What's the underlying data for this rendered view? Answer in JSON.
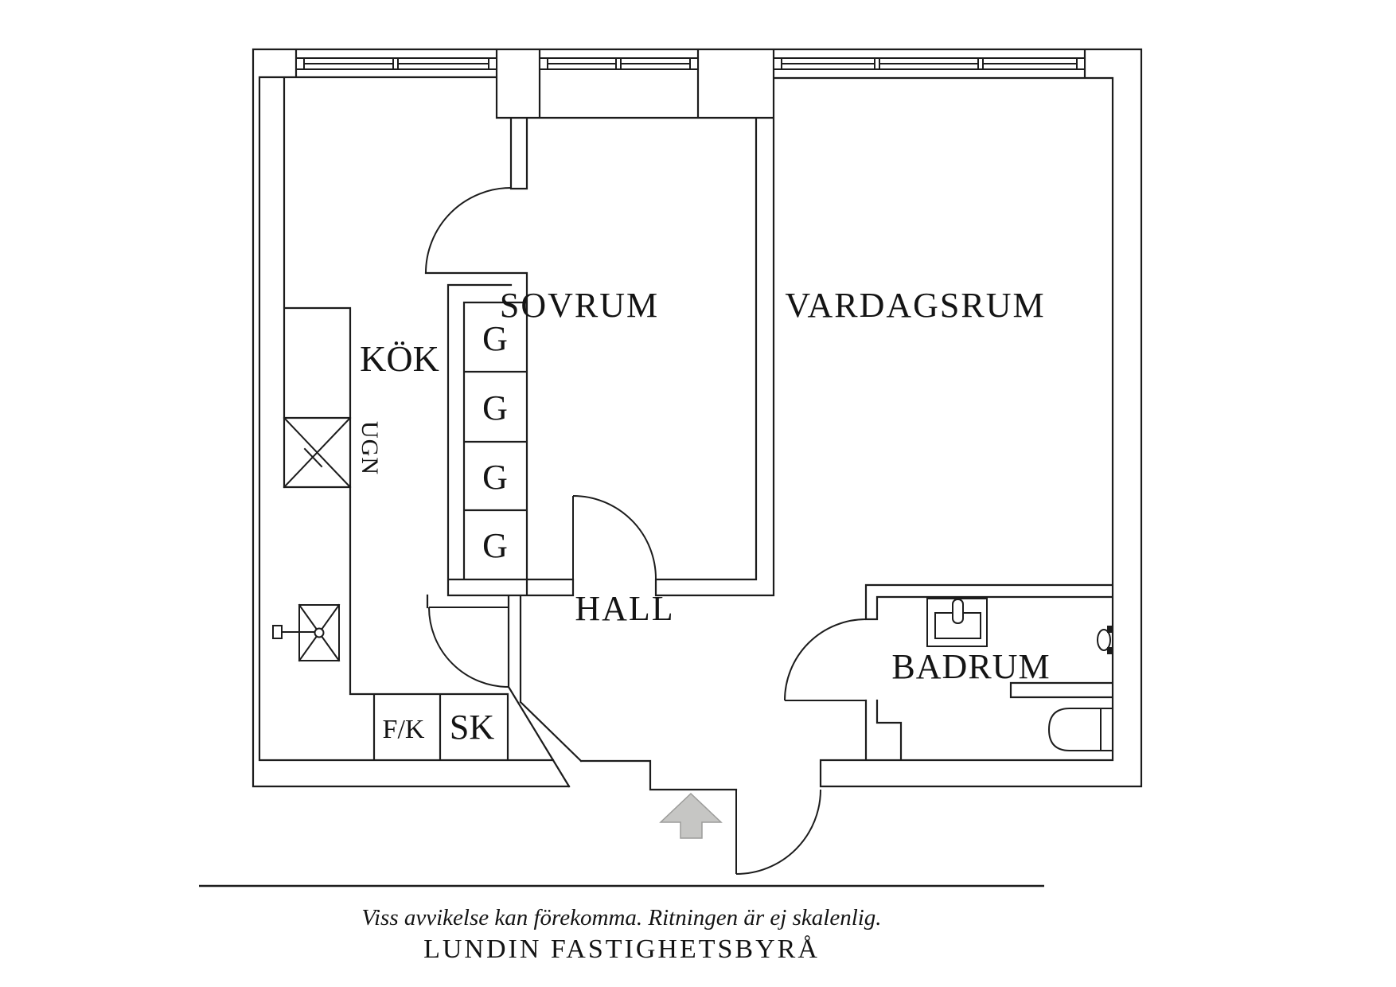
{
  "floorplan": {
    "rooms": {
      "kitchen": "KÖK",
      "bedroom": "SOVRUM",
      "living_room": "VARDAGSRUM",
      "hall": "HALL",
      "bathroom": "BADRUM"
    },
    "fixtures": {
      "oven": "UGN",
      "fridge_freezer": "F/K",
      "closet": "SK",
      "wardrobe_units": [
        "G",
        "G",
        "G",
        "G"
      ]
    },
    "colors": {
      "line": "#1c1c1c",
      "arrow_fill": "#c6c6c4",
      "arrow_stroke": "#9c9c9a"
    }
  },
  "footer": {
    "disclaimer": "Viss avvikelse kan förekomma. Ritningen är ej skalenlig.",
    "brand": "LUNDIN FASTIGHETSBYRÅ"
  }
}
